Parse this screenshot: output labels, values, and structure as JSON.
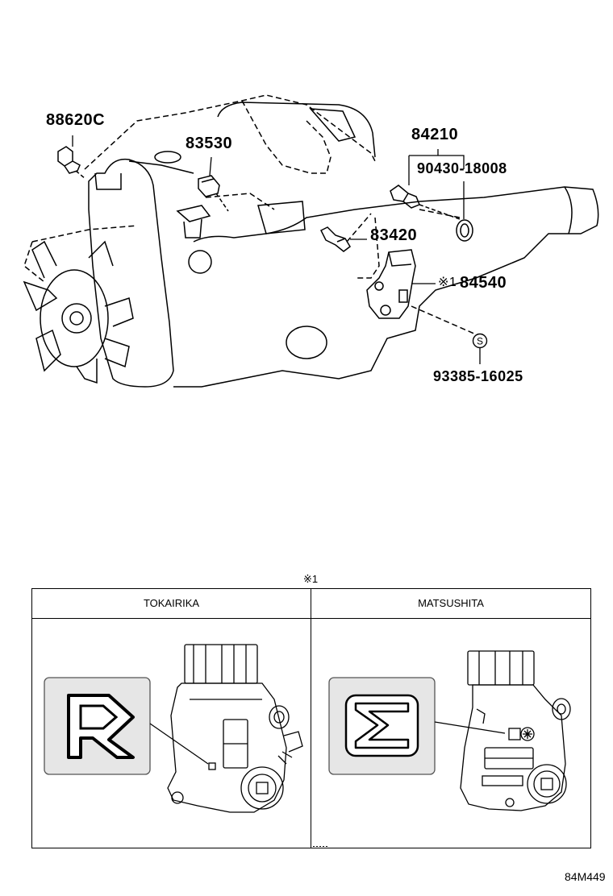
{
  "parts": {
    "p88620c": "88620C",
    "p83530": "83530",
    "p84210": "84210",
    "p90430": "90430-18008",
    "p83420": "83420",
    "p84540_mark": "※1",
    "p84540": "84540",
    "p93385": "93385-16025",
    "s_symbol": "S"
  },
  "table": {
    "note": "※1",
    "col1": "TOKAIRIKA",
    "col2": "MATSUSHITA"
  },
  "figure_id": "84M449"
}
